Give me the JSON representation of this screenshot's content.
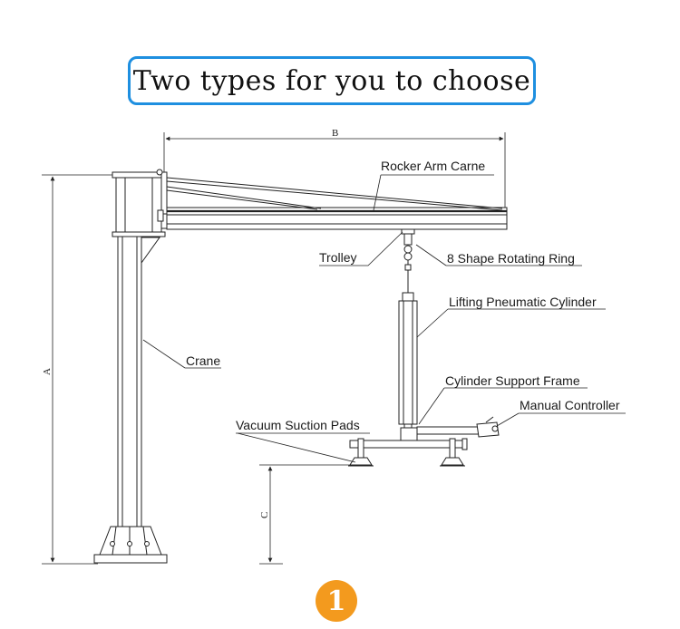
{
  "title": "Two types for you to choose",
  "badge_number": "1",
  "colors": {
    "accent_border": "#1e8fe0",
    "badge": "#f39a1e",
    "line": "#222222"
  },
  "dimensions": {
    "a": "A",
    "b": "B",
    "c": "C"
  },
  "labels": {
    "rocker_arm": "Rocker Arm Carne",
    "trolley": "Trolley",
    "rotating_ring": "8 Shape Rotating Ring",
    "lifting_cylinder": "Lifting Pneumatic Cylinder",
    "crane": "Crane",
    "support_frame": "Cylinder Support Frame",
    "manual_controller": "Manual Controller",
    "vacuum_pads": "Vacuum Suction Pads"
  }
}
